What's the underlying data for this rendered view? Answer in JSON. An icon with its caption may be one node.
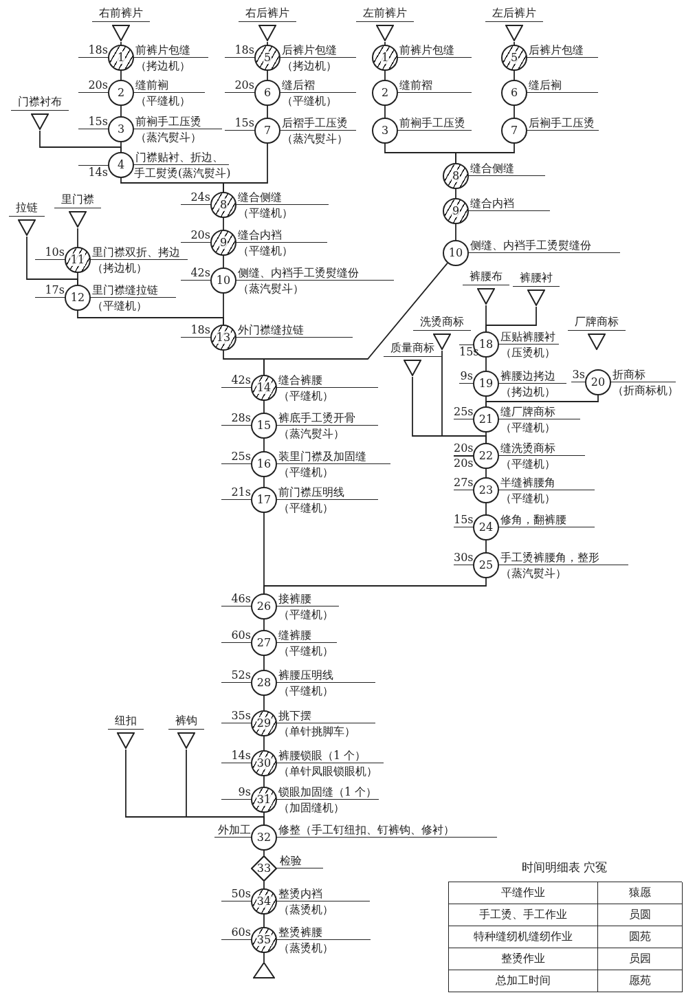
{
  "diagram": {
    "nodes": [
      {
        "text": [
          "右前裤片"
        ]
      },
      {
        "text": [
          "1"
        ],
        "beside": [
          "18s",
          "前裤片包缝",
          "（拷边机）"
        ]
      },
      {
        "text": [
          "2"
        ],
        "beside": [
          "20s",
          "缝前裥",
          "（平缝机）"
        ]
      },
      {
        "text": [
          "门襟衬布"
        ]
      },
      {
        "text": [
          "3"
        ],
        "beside": [
          "15s",
          "前裥手工压烫",
          "（蒸汽熨斗）"
        ]
      },
      {
        "text": [
          "4"
        ],
        "beside": [
          "门襟贴衬、折边、",
          "14s",
          "手工熨烫(蒸汽熨斗)"
        ]
      },
      {
        "text": [
          "右后裤片"
        ]
      },
      {
        "text": [
          "5"
        ],
        "beside": [
          "18s",
          "后裤片包缝",
          "（拷边机）"
        ]
      },
      {
        "text": [
          "6"
        ],
        "beside": [
          "20s",
          "缝后褶",
          "（平缝机）"
        ]
      },
      {
        "text": [
          "7"
        ],
        "beside": [
          "15s",
          "后褶手工压烫",
          "（蒸汽熨斗）"
        ]
      },
      {
        "text": [
          "8"
        ],
        "beside": [
          "24s",
          "缝合侧缝",
          "（平缝机）"
        ]
      },
      {
        "text": [
          "9"
        ],
        "beside": [
          "20s",
          "缝合内裆",
          "（平缝机）"
        ]
      },
      {
        "text": [
          "10"
        ],
        "beside": [
          "42s",
          "侧缝、内裆手工烫熨缝份",
          "（蒸汽熨斗）"
        ]
      },
      {
        "text": [
          "里门襟"
        ]
      },
      {
        "text": [
          "拉链"
        ]
      },
      {
        "text": [
          "11"
        ],
        "beside": [
          "10s",
          "里门襟双折、拷边",
          "（拷边机）"
        ]
      },
      {
        "text": [
          "12"
        ],
        "beside": [
          "17s",
          "里门襟缝拉链",
          "（平缝机）"
        ]
      },
      {
        "text": [
          "13"
        ],
        "beside": [
          "18s",
          "外门襟缝拉链"
        ]
      },
      {
        "text": [
          "左前裤片"
        ]
      },
      {
        "text": [
          "1"
        ],
        "beside": [
          "前裤片包缝"
        ]
      },
      {
        "text": [
          "2"
        ],
        "beside": [
          "缝前褶"
        ]
      },
      {
        "text": [
          "3"
        ],
        "beside": [
          "前裥手工压烫"
        ]
      },
      {
        "text": [
          "左后裤片"
        ]
      },
      {
        "text": [
          "5"
        ],
        "beside": [
          "后裤片包缝"
        ]
      },
      {
        "text": [
          "6"
        ],
        "beside": [
          "缝后裥"
        ]
      },
      {
        "text": [
          "7"
        ],
        "beside": [
          "后裥手工压烫"
        ]
      },
      {
        "text": [
          "8"
        ],
        "beside": [
          "缝合侧缝"
        ]
      },
      {
        "text": [
          "9"
        ],
        "beside": [
          "缝合内裆"
        ]
      },
      {
        "text": [
          "10"
        ],
        "beside": [
          "侧缝、内裆手工烫熨缝份"
        ]
      },
      {
        "text": [
          "14"
        ],
        "beside": [
          "42s",
          "缝合裤腰",
          "（平缝机）"
        ]
      },
      {
        "text": [
          "15"
        ],
        "beside": [
          "28s",
          "裤底手工烫开骨",
          "（蒸汽熨斗）"
        ]
      },
      {
        "text": [
          "16"
        ],
        "beside": [
          "25s",
          "装里门襟及加固缝",
          "（平缝机）"
        ]
      },
      {
        "text": [
          "17"
        ],
        "beside": [
          "21s",
          "前门襟压明线",
          "（平缝机）"
        ]
      },
      {
        "text": [
          "裤腰布"
        ]
      },
      {
        "text": [
          "裤腰衬"
        ]
      },
      {
        "text": [
          "洗烫商标"
        ]
      },
      {
        "text": [
          "厂牌商标"
        ]
      },
      {
        "text": [
          "质量商标"
        ]
      },
      {
        "text": [
          "18"
        ],
        "beside": [
          "15s",
          "压贴裤腰衬",
          "（压烫机）"
        ]
      },
      {
        "text": [
          "19"
        ],
        "beside": [
          "9s",
          "裤腰边拷边",
          "（拷边机）"
        ]
      },
      {
        "text": [
          "20"
        ],
        "beside": [
          "3s",
          "折商标",
          "（折商标机）"
        ]
      },
      {
        "text": [
          "21"
        ],
        "beside": [
          "25s",
          "缝厂牌商标",
          "（平缝机）"
        ]
      },
      {
        "text": [
          "22"
        ],
        "beside": [
          "20s",
          "20s",
          "缝洗烫商标",
          "（平缝机）"
        ]
      },
      {
        "text": [
          "23"
        ],
        "beside": [
          "27s",
          "半缝裤腰角",
          "（平缝机）"
        ]
      },
      {
        "text": [
          "24"
        ],
        "beside": [
          "15s",
          "修角，翻裤腰"
        ]
      },
      {
        "text": [
          "25"
        ],
        "beside": [
          "30s",
          "手工烫裤腰角，整形",
          "（蒸汽熨斗）"
        ]
      },
      {
        "text": [
          "26"
        ],
        "beside": [
          "46s",
          "接裤腰",
          "（平缝机）"
        ]
      },
      {
        "text": [
          "27"
        ],
        "beside": [
          "60s",
          "缝裤腰",
          "（平缝机）"
        ]
      },
      {
        "text": [
          "28"
        ],
        "beside": [
          "52s",
          "裤腰压明线",
          "（平缝机）"
        ]
      },
      {
        "text": [
          "纽扣"
        ]
      },
      {
        "text": [
          "裤钩"
        ]
      },
      {
        "text": [
          "29"
        ],
        "beside": [
          "35s",
          "挑下摆",
          "（单针挑脚车）"
        ]
      },
      {
        "text": [
          "30"
        ],
        "beside": [
          "14s",
          "裤腰锁眼（1 个）",
          "（单针凤眼锁眼机）"
        ]
      },
      {
        "text": [
          "31"
        ],
        "beside": [
          "9s",
          "锁眼加固缝（1 个）",
          "（加固缝机）"
        ]
      },
      {
        "text": [
          "32"
        ],
        "beside": [
          "外加工",
          "修整（手工钉纽扣、钉裤钩、修衬）"
        ]
      },
      {
        "text": [
          "33"
        ],
        "beside": [
          "检验"
        ]
      },
      {
        "text": [
          "34"
        ],
        "beside": [
          "50s",
          "整烫内裆",
          "（蒸烫机）"
        ]
      },
      {
        "text": [
          "35"
        ],
        "beside": [
          "60s",
          "整烫裤腰",
          "（蒸烫机）"
        ]
      },
      {
        "text": [],
        "shape": "triangle"
      }
    ],
    "edges": [
      {
        "from": 0,
        "to": 1,
        "arrow": "none"
      },
      {
        "from": 1,
        "to": 2,
        "arrow": "none"
      },
      {
        "from": 2,
        "to": 4,
        "arrow": "none"
      },
      {
        "from": 4,
        "to": 5,
        "arrow": "none"
      },
      {
        "from": 3,
        "to": 5,
        "arrow": "none"
      },
      {
        "from": 6,
        "to": 7,
        "arrow": "none"
      },
      {
        "from": 7,
        "to": 8,
        "arrow": "none"
      },
      {
        "from": 8,
        "to": 9,
        "arrow": "none"
      },
      {
        "from": 5,
        "to": 10,
        "arrow": "none"
      },
      {
        "from": 9,
        "to": 10,
        "arrow": "none"
      },
      {
        "from": 10,
        "to": 11,
        "arrow": "none"
      },
      {
        "from": 11,
        "to": 12,
        "arrow": "none"
      },
      {
        "from": 13,
        "to": 15,
        "arrow": "none"
      },
      {
        "from": 15,
        "to": 16,
        "arrow": "none"
      },
      {
        "from": 14,
        "to": 16,
        "arrow": "none"
      },
      {
        "from": 16,
        "to": 17,
        "arrow": "none"
      },
      {
        "from": 12,
        "to": 17,
        "arrow": "none"
      },
      {
        "from": 18,
        "to": 19,
        "arrow": "none"
      },
      {
        "from": 19,
        "to": 20,
        "arrow": "none"
      },
      {
        "from": 20,
        "to": 21,
        "arrow": "none"
      },
      {
        "from": 22,
        "to": 23,
        "arrow": "none"
      },
      {
        "from": 23,
        "to": 24,
        "arrow": "none"
      },
      {
        "from": 24,
        "to": 25,
        "arrow": "none"
      },
      {
        "from": 21,
        "to": 26,
        "arrow": "none"
      },
      {
        "from": 25,
        "to": 26,
        "arrow": "none"
      },
      {
        "from": 26,
        "to": 27,
        "arrow": "none"
      },
      {
        "from": 27,
        "to": 28,
        "arrow": "none"
      },
      {
        "from": 17,
        "to": 29,
        "arrow": "none"
      },
      {
        "from": 28,
        "to": 29,
        "arrow": "none"
      },
      {
        "from": 29,
        "to": 30,
        "arrow": "none"
      },
      {
        "from": 30,
        "to": 31,
        "arrow": "none"
      },
      {
        "from": 31,
        "to": 32,
        "arrow": "none"
      },
      {
        "from": 33,
        "to": 38,
        "arrow": "none"
      },
      {
        "from": 34,
        "to": 38,
        "arrow": "none"
      },
      {
        "from": 38,
        "to": 39,
        "arrow": "none"
      },
      {
        "from": 40,
        "to": 41,
        "arrow": "none"
      },
      {
        "from": 39,
        "to": 41,
        "arrow": "none"
      },
      {
        "from": 35,
        "to": 42,
        "arrow": "none"
      },
      {
        "from": 37,
        "to": 42,
        "arrow": "none"
      },
      {
        "from": 41,
        "to": 42,
        "arrow": "none"
      },
      {
        "from": 42,
        "to": 43,
        "arrow": "none"
      },
      {
        "from": 43,
        "to": 44,
        "arrow": "none"
      },
      {
        "from": 44,
        "to": 45,
        "arrow": "none"
      },
      {
        "from": 45,
        "to": 46,
        "arrow": "none"
      },
      {
        "from": 32,
        "to": 46,
        "arrow": "none"
      },
      {
        "from": 46,
        "to": 47,
        "arrow": "none"
      },
      {
        "from": 47,
        "to": 48,
        "arrow": "none"
      },
      {
        "from": 48,
        "to": 51,
        "arrow": "none"
      },
      {
        "from": 51,
        "to": 52,
        "arrow": "none"
      },
      {
        "from": 52,
        "to": 53,
        "arrow": "none"
      },
      {
        "from": 49,
        "to": 54,
        "arrow": "none"
      },
      {
        "from": 50,
        "to": 54,
        "arrow": "none"
      },
      {
        "from": 53,
        "to": 54,
        "arrow": "none"
      },
      {
        "from": 54,
        "to": 55,
        "arrow": "none"
      },
      {
        "from": 55,
        "to": 56,
        "arrow": "none"
      },
      {
        "from": 56,
        "to": 57,
        "arrow": "none"
      },
      {
        "from": 57,
        "to": 58,
        "arrow": "none"
      }
    ],
    "labels": [
      "时间明细表 穴冤",
      "平缝作业",
      "猿愿",
      "手工烫、手工作业",
      "员圆",
      "特种缝纫机缝纫作业",
      "圆苑",
      "整烫作业",
      "员园",
      "总加工时间",
      "愿苑"
    ]
  }
}
